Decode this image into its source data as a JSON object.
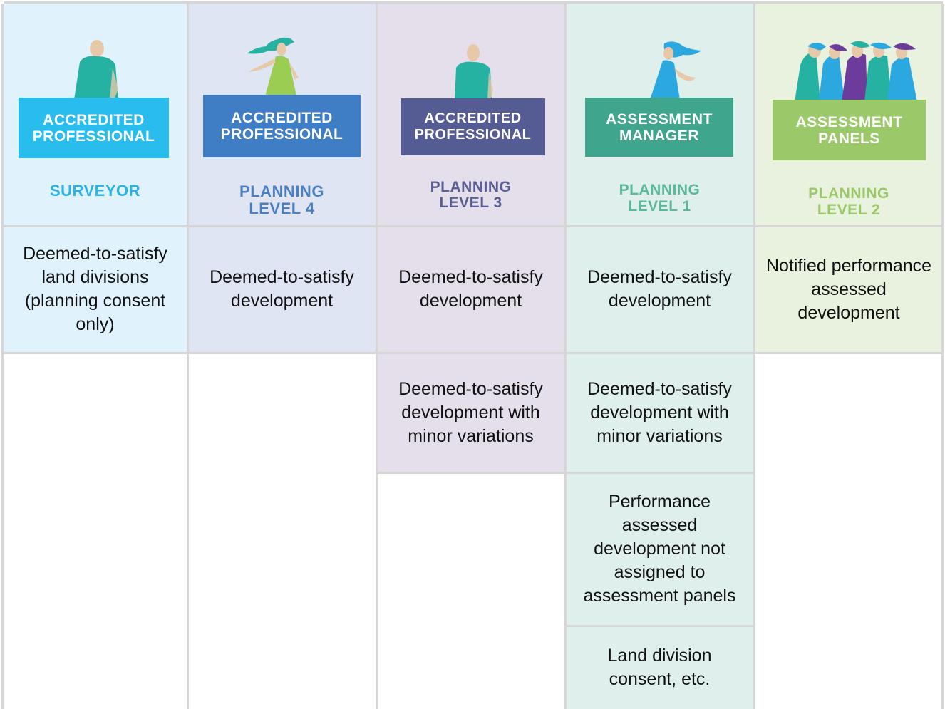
{
  "colors": {
    "col1_bg": "#e0f2fb",
    "col2_bg": "#dfe5f2",
    "col3_bg": "#e4dfeb",
    "col4_bg": "#dff0ec",
    "col5_bg": "#e9f2df",
    "banner1": "#28bdec",
    "banner2": "#3f7ec5",
    "banner3": "#555b93",
    "banner4": "#3fa68d",
    "banner5": "#9bc96a",
    "sub1": "#2bb3e3",
    "sub2": "#4a7fc3",
    "sub3": "#5a5f93",
    "sub4": "#5bb99a",
    "sub5": "#9bc96a",
    "figure_teal": "#26b2a3",
    "figure_skin": "#e7c9a9",
    "figure_green": "#9acd52",
    "figure_blue": "#2ba8e0",
    "figure_purple": "#6b3c9b"
  },
  "columns": [
    {
      "banner": "ACCREDITED\nPROFESSIONAL",
      "subtitle": "SURVEYOR",
      "figure_icon": "person-seated-icon"
    },
    {
      "banner": "ACCREDITED\nPROFESSIONAL",
      "subtitle": "PLANNING\nLEVEL 4",
      "figure_icon": "woman-waving-icon"
    },
    {
      "banner": "ACCREDITED\nPROFESSIONAL",
      "subtitle": "PLANNING\nLEVEL 3",
      "figure_icon": "person-seated-icon"
    },
    {
      "banner": "ASSESSMENT\nMANAGER",
      "subtitle": "PLANNING\nLEVEL 1",
      "figure_icon": "woman-waving-icon"
    },
    {
      "banner": "ASSESSMENT\nPANELS",
      "subtitle": "PLANNING\nLEVEL 2",
      "figure_icon": "group-of-people-icon"
    }
  ],
  "cells": {
    "c1r1": "Deemed-to-satisfy land divisions (planning consent only)",
    "c2r1": "Deemed-to-satisfy development",
    "c3r1": "Deemed-to-satisfy development",
    "c4r1": "Deemed-to-satisfy development",
    "c5r1": "Notified performance assessed development",
    "c3r2": "Deemed-to-satisfy development with minor variations",
    "c4r2": "Deemed-to-satisfy development with minor variations",
    "c4r3": "Performance assessed development not assigned to assessment panels",
    "c4r4": "Land division consent, etc."
  }
}
